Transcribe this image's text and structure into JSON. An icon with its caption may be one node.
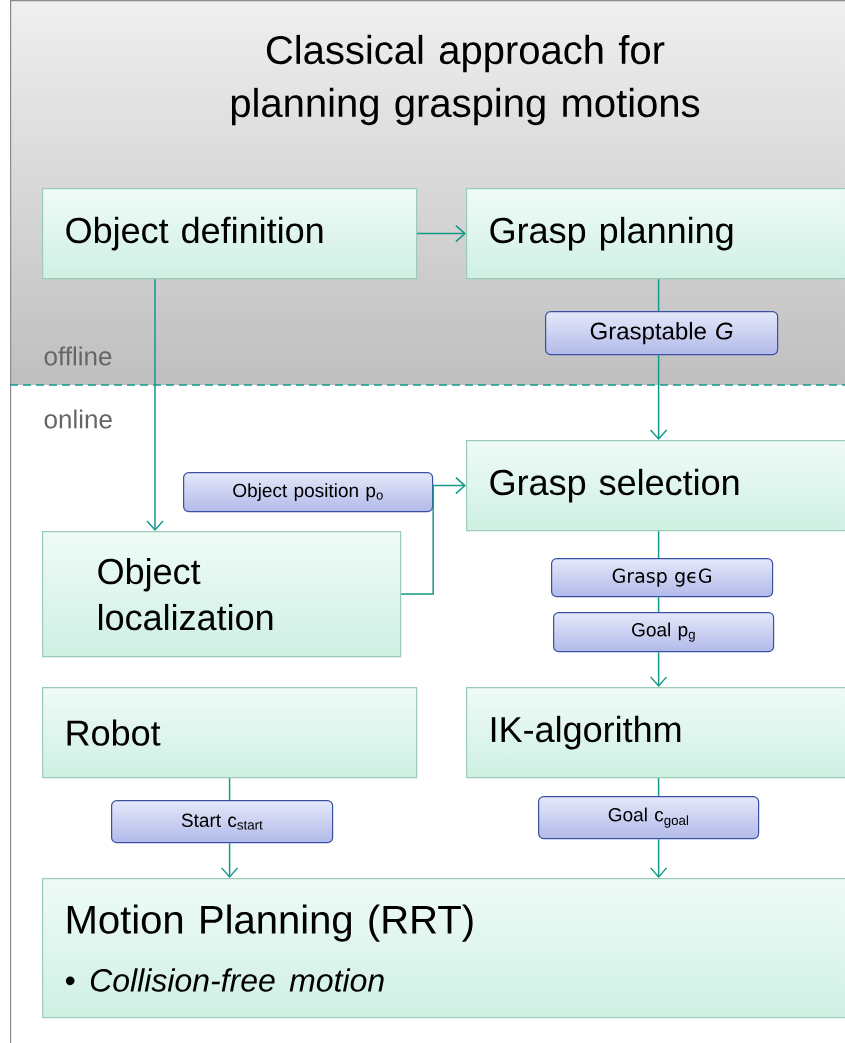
{
  "diagram": {
    "title": "Classical approach for planning grasping motions",
    "nodes": [
      {
        "text": [
          "Object definition"
        ]
      },
      {
        "text": [
          "Grasp planning"
        ]
      },
      {
        "text": [
          "Grasptable *G*"
        ]
      },
      {
        "text": [
          "Grasp selection"
        ]
      },
      {
        "text": [
          "Object position p$_{o}$"
        ]
      },
      {
        "text": [
          "Object localization"
        ]
      },
      {
        "text": [
          "Grasp gϵG"
        ]
      },
      {
        "text": [
          "Goal p$_{g}$"
        ]
      },
      {
        "text": [
          "Robot"
        ]
      },
      {
        "text": [
          "IK-algorithm"
        ]
      },
      {
        "text": [
          "Start c$_{start}$"
        ]
      },
      {
        "text": [
          "Goal c$_{goal}$"
        ]
      },
      {
        "text": [
          "Motion Planning (RRT)",
          "• *Collision-free motion*"
        ]
      }
    ],
    "edges": [
      {
        "from": 0,
        "to": 1,
        "arrow": "to"
      },
      {
        "from": 0,
        "to": 5,
        "arrow": "to"
      },
      {
        "from": 1,
        "to": 2,
        "arrow": "none"
      },
      {
        "from": 2,
        "to": 3,
        "arrow": "to"
      },
      {
        "from": 5,
        "to": 3,
        "arrow": "to"
      },
      {
        "from": 3,
        "to": 6,
        "arrow": "none"
      },
      {
        "from": 6,
        "to": 7,
        "arrow": "none"
      },
      {
        "from": 7,
        "to": 9,
        "arrow": "to"
      },
      {
        "from": 8,
        "to": 10,
        "arrow": "none"
      },
      {
        "from": 10,
        "to": 12,
        "arrow": "to"
      },
      {
        "from": 9,
        "to": 11,
        "arrow": "none"
      },
      {
        "from": 11,
        "to": 12,
        "arrow": "to"
      }
    ],
    "labels": [
      "offline",
      "online"
    ]
  }
}
